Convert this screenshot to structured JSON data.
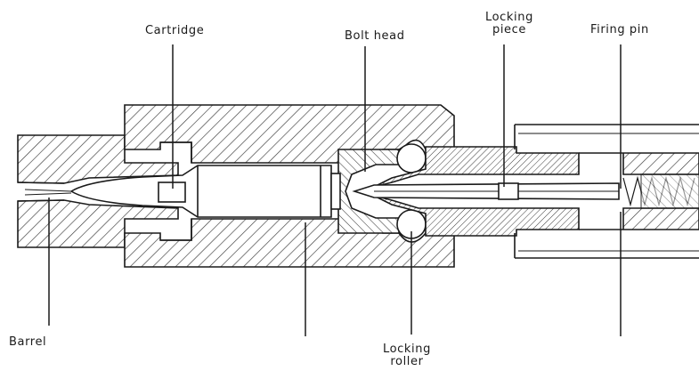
{
  "labels": {
    "cartridge": "Cartridge",
    "bolt_head": "Bolt head",
    "locking_piece": [
      "Locking",
      "piece"
    ],
    "firing_pin": "Firing pin",
    "barrel": "Barrel",
    "locking_roller": [
      "Locking",
      "roller"
    ]
  },
  "colors": {
    "ink": "#1a1a1a",
    "hatch": "#3a3a3a",
    "paper": "#ffffff"
  }
}
